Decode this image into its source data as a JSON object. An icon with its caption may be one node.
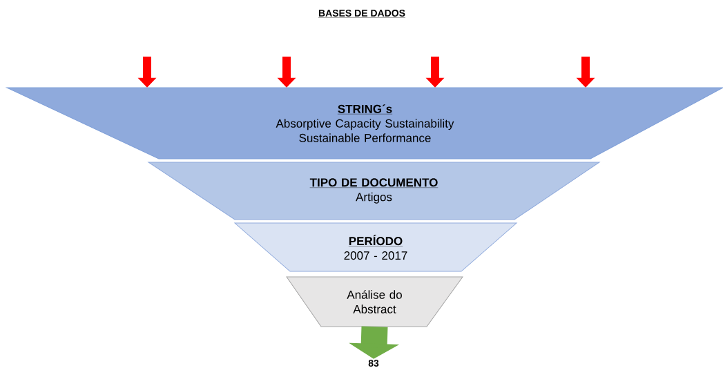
{
  "diagram": {
    "title": "BASES DE DADOS",
    "nodes": [
      {
        "text": [
          "STRING´s",
          "Absorptive Capacity  Sustainability Sustainable Performance"
        ]
      },
      {
        "text": [
          "TIPO DE DOCUMENTO",
          "Artigos"
        ]
      },
      {
        "text": [
          "PERÍODO",
          "2007 - 2017"
        ]
      },
      {
        "text": [
          "Análise do Abstract"
        ]
      },
      {
        "text": [
          "83"
        ]
      }
    ],
    "edges": [
      {
        "from": null,
        "to": 0,
        "arrow": "to",
        "color": "#ff0000"
      },
      {
        "from": null,
        "to": 0,
        "arrow": "to",
        "color": "#ff0000"
      },
      {
        "from": null,
        "to": 0,
        "arrow": "to",
        "color": "#ff0000"
      },
      {
        "from": null,
        "to": 0,
        "arrow": "to",
        "color": "#ff0000"
      },
      {
        "from": 3,
        "to": 4,
        "arrow": "to",
        "style": "thick",
        "color": "#70ad47"
      }
    ]
  }
}
